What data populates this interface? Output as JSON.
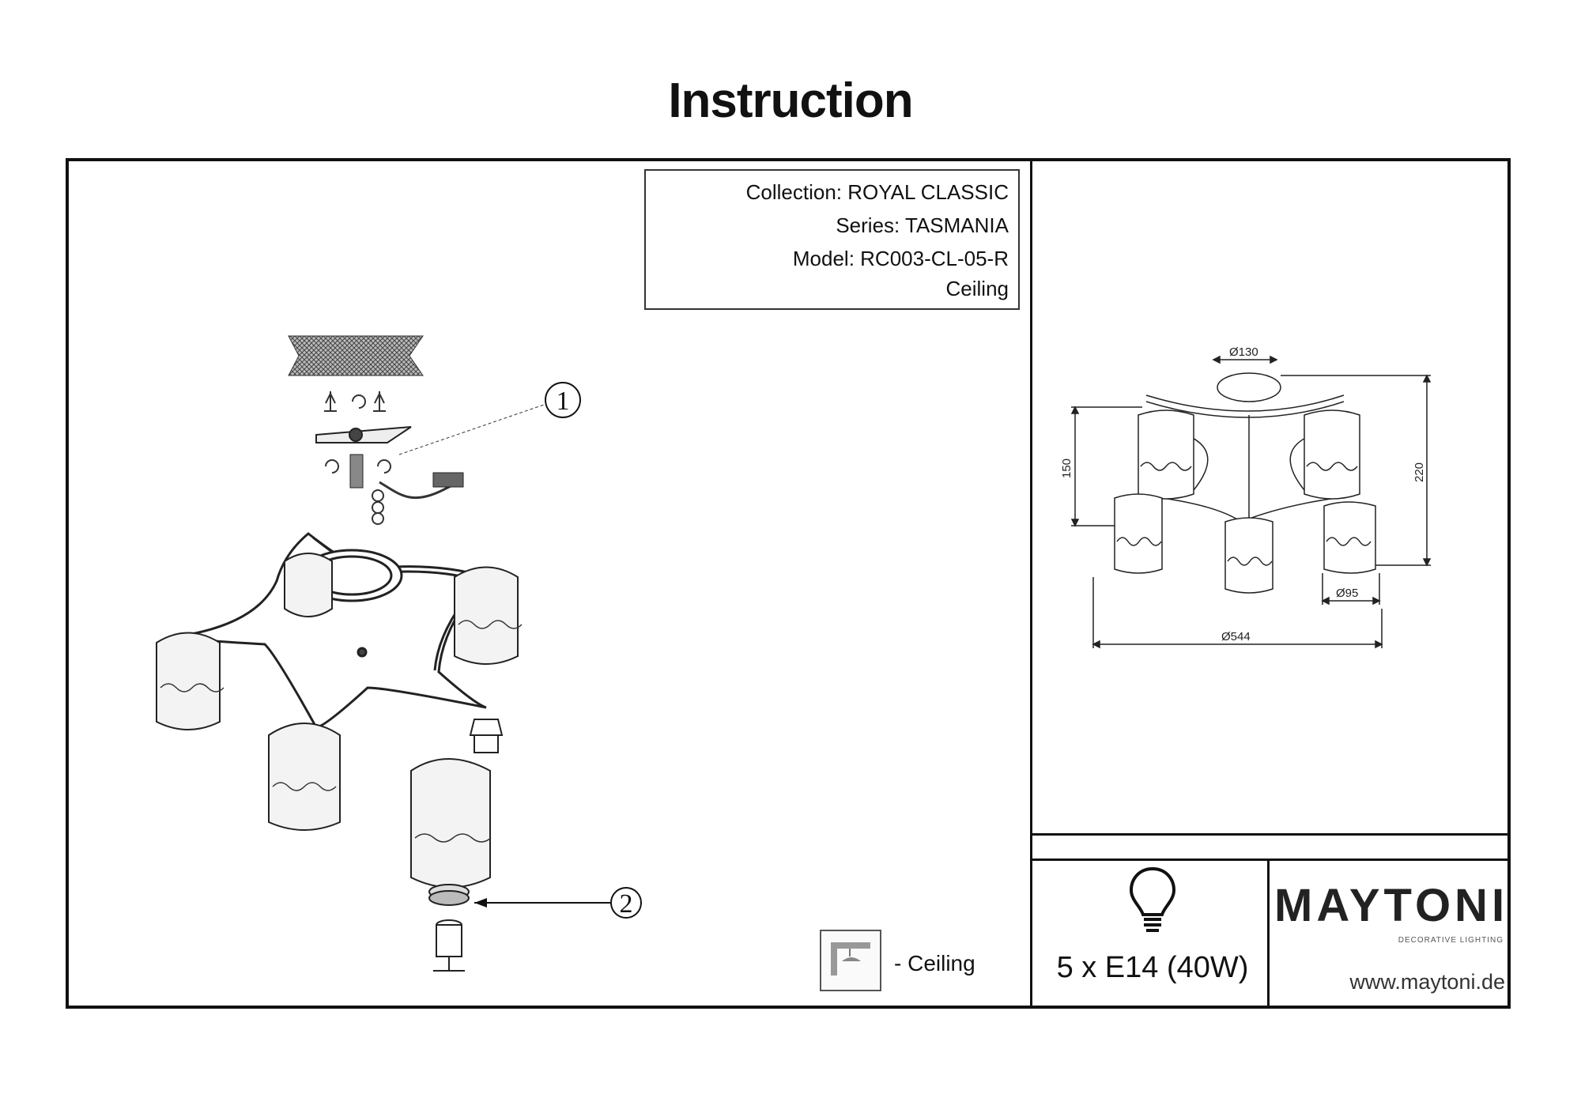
{
  "page": {
    "title": "Instruction"
  },
  "product": {
    "collection": "Collection: ROYAL CLASSIC",
    "series": "Series: TASMANIA",
    "model": "Model: RC003-CL-05-R",
    "type": "Ceiling"
  },
  "assembly": {
    "callouts": [
      "1",
      "2"
    ]
  },
  "dimensions": {
    "canopy_diameter": "Ø130",
    "shade_height": "150",
    "total_height": "220",
    "shade_diameter": "Ø95",
    "total_diameter": "Ø544"
  },
  "legend": {
    "mount_label": "- Ceiling",
    "icon": "ceiling-mount-icon"
  },
  "bulb": {
    "spec": "5 x E14 (40W)",
    "icon": "light-bulb-icon"
  },
  "brand": {
    "name": "MAYTONI",
    "tagline": "DECORATIVE LIGHTING",
    "url": "www.maytoni.de"
  }
}
